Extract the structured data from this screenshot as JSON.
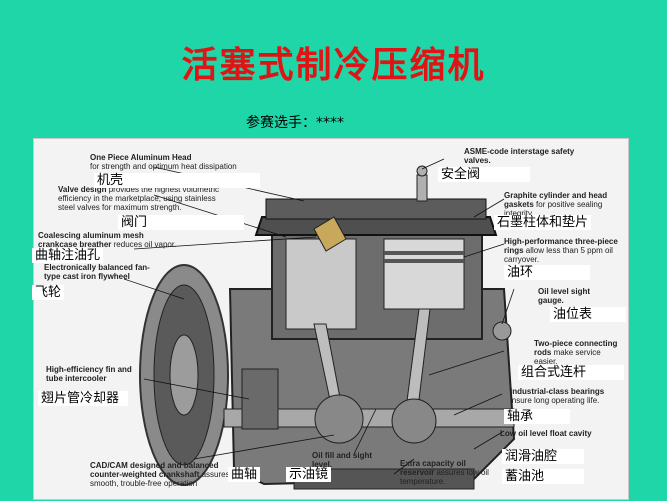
{
  "slide": {
    "title": "活塞式制冷压缩机",
    "contestant": "参赛选手：****",
    "background_color": "#1fd6a8",
    "title_color": "#e01414"
  },
  "labels_en": {
    "head_title": "One Piece Aluminum Head",
    "head_sub": "for strength and optimum heat dissipation",
    "valve_title": "Valve design",
    "valve_sub": "provides the highest volumetric efficiency in the marketplace, using stainless steel valves for maximum strength.",
    "breather_title": "Coalescing aluminum mesh crankcase breather",
    "breather_sub": "reduces oil vapor.",
    "flywheel_title": "Electronically balanced fan-type cast iron flywheel",
    "intercooler_title": "High-efficiency fin and tube intercooler",
    "crank_title": "CAD/CAM designed and balanced counter-weighted crankshaft",
    "crank_sub": "assures smooth, trouble-free operation",
    "safety_title": "ASME-code interstage safety valves.",
    "gasket_title": "Graphite cylinder and head gaskets",
    "gasket_sub": "for positive sealing integrity.",
    "rings_title": "High-performance three-piece rings",
    "rings_sub": "allow less than 5 ppm oil carryover.",
    "gauge_title": "Oil level sight gauge.",
    "rods_title": "Two-piece connecting rods",
    "rods_sub": "make service easier.",
    "bearings_title": "Industrial-class bearings",
    "bearings_sub": "insure long operating life.",
    "lowoil_title": "Low oil level float cavity",
    "oilfill_title": "Oil fill and sight level.",
    "reservoir_title": "Extra capacity oil reservoir",
    "reservoir_sub": "assures low oil temperature."
  },
  "labels_cn": {
    "head": "机壳",
    "valve": "阀门",
    "breather": "曲轴注油孔",
    "flywheel": "飞轮",
    "intercooler": "翅片管冷却器",
    "crankshaft": "曲轴",
    "sight": "示油镜",
    "safety": "安全阀",
    "gasket": "石墨柱体和垫片",
    "rings": "油环",
    "gauge": "油位表",
    "rods": "组合式连杆",
    "bearings": "轴承",
    "lube": "润滑油腔",
    "reservoir": "蓄油池"
  }
}
